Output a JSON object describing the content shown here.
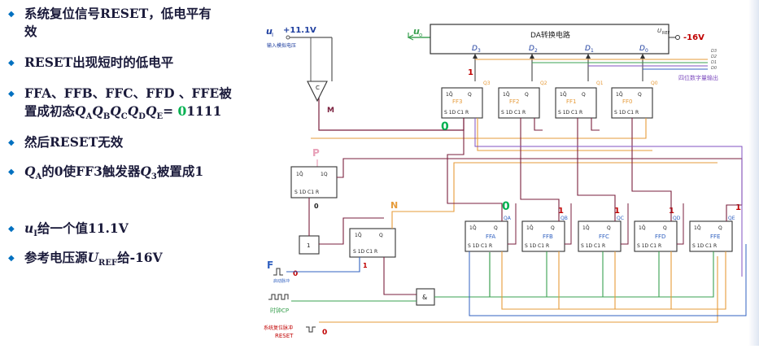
{
  "bullets": [
    {
      "text_line1": "系统复位信号RESET，低电平有",
      "text_line2": "效"
    },
    {
      "text": "RESET出现短时的低电平"
    },
    {
      "text_line1": "FFA、FFB、FFC、FFD 、FFE被",
      "text_line2_prefix": "置成初态",
      "qa": "Q",
      "qa_sub": "A",
      "qb": "Q",
      "qb_sub": "B",
      "qc": "Q",
      "qc_sub": "C",
      "qd": "Q",
      "qd_sub": "D",
      "qe": "Q",
      "qe_sub": "E",
      "eq": "= ",
      "val_green": "0",
      "val_rest": "1111"
    },
    {
      "text": "然后RESET无效"
    },
    {
      "q": "Q",
      "q_sub": "A",
      "mid": "的0使FF3触发器",
      "q3": "Q",
      "q3_sub": "3",
      "suffix": "被置成1"
    },
    {
      "u": "u",
      "u_sub": "I",
      "suffix": "给一个值11.1V"
    },
    {
      "prefix": "参考电压源",
      "u": "U",
      "u_sub": "REF",
      "suffix": "给-16V"
    }
  ],
  "circuit": {
    "ui_label": "u",
    "ui_sub": "I",
    "ui_value": "+11.1V",
    "ui_desc": "输入模拟电压",
    "uo_label": "u",
    "uo_sub": "o",
    "da_title": "DA转换电路",
    "uref_label": "U",
    "uref_sub": "REF",
    "uref_value": "-16V",
    "d_labels": [
      "D",
      "D",
      "D",
      "D"
    ],
    "d_subs": [
      "3",
      "2",
      "1",
      "0"
    ],
    "digital_out": "四位数字量输出",
    "digital_pins": [
      "D3",
      "D2",
      "D1",
      "D0"
    ],
    "ff_top": [
      "FF3",
      "FF2",
      "FF1",
      "FF0"
    ],
    "ff_top_q": [
      "Q3",
      "Q2",
      "Q1",
      "Q0"
    ],
    "ff_top_val": "1",
    "ff_bottom": [
      "FFA",
      "FFB",
      "FFC",
      "FFD",
      "FFE"
    ],
    "ff_bottom_q": [
      "QA",
      "QB",
      "QC",
      "QD",
      "QE"
    ],
    "ff_bottom_vals": [
      "0",
      "1",
      "1",
      "1",
      "1"
    ],
    "ff_pins": {
      "one": "1",
      "onq": "1Q",
      "q": "Q",
      "s": "S",
      "id": "1D",
      "c1": "C1",
      "r": "R"
    },
    "comparator_label": "C",
    "m_label": "M",
    "green_zero": "0",
    "p_label": "P",
    "n_label": "N",
    "ffp_val": "0",
    "gate_1": "1",
    "and_gate": "&",
    "f_label": "F",
    "f_desc": "启动脉冲",
    "f_val": "0",
    "n_ff_val": "1",
    "clock_label": "时钟CP",
    "reset_desc": "系统复位脉冲",
    "reset_label": "RESET",
    "reset_val": "0"
  },
  "colors": {
    "bullet": "#0070c0",
    "wire_dark": "#7a1f3d",
    "wire_orange": "#e69b3a",
    "wire_green": "#3aa050",
    "wire_blue": "#3060c0",
    "wire_purple": "#8050c0",
    "val_red": "#c00000",
    "val_green": "#00b050",
    "label_blue": "#1f3f9f"
  }
}
